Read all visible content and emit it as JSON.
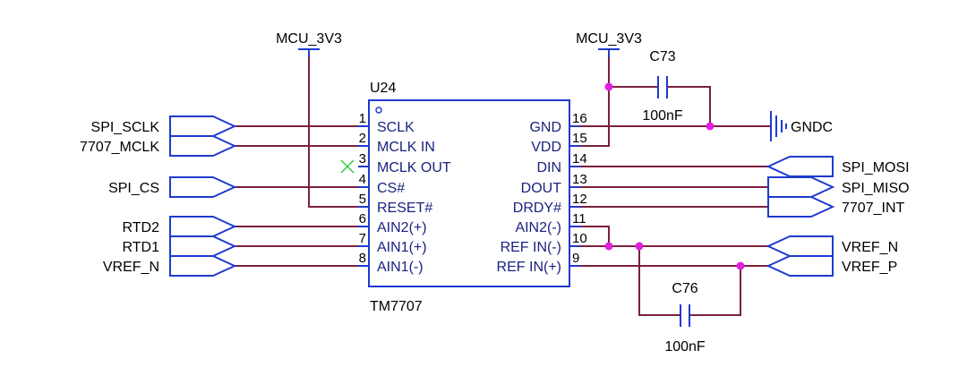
{
  "power": {
    "mcu_left": "MCU_3V3",
    "mcu_right": "MCU_3V3",
    "ground": "GNDC"
  },
  "ic": {
    "ref": "U24",
    "part": "TM7707",
    "left_pins": [
      {
        "num": "1",
        "name": "SCLK"
      },
      {
        "num": "2",
        "name": "MCLK IN"
      },
      {
        "num": "3",
        "name": "MCLK OUT"
      },
      {
        "num": "4",
        "name": "CS#"
      },
      {
        "num": "5",
        "name": "RESET#"
      },
      {
        "num": "6",
        "name": "AIN2(+)"
      },
      {
        "num": "7",
        "name": "AIN1(+)"
      },
      {
        "num": "8",
        "name": "AIN1(-)"
      }
    ],
    "right_pins": [
      {
        "num": "16",
        "name": "GND"
      },
      {
        "num": "15",
        "name": "VDD"
      },
      {
        "num": "14",
        "name": "DIN"
      },
      {
        "num": "13",
        "name": "DOUT"
      },
      {
        "num": "12",
        "name": "DRDY#"
      },
      {
        "num": "11",
        "name": "AIN2(-)"
      },
      {
        "num": "10",
        "name": "REF IN(-)"
      },
      {
        "num": "9",
        "name": "REF IN(+)"
      }
    ]
  },
  "left_ports": [
    "SPI_SCLK",
    "7707_MCLK",
    "SPI_CS",
    "RTD2",
    "RTD1",
    "VREF_N"
  ],
  "right_ports": [
    "SPI_MOSI",
    "SPI_MISO",
    "7707_INT",
    "VREF_N",
    "VREF_P"
  ],
  "capacitors": {
    "c73": {
      "ref": "C73",
      "value": "100nF"
    },
    "c76": {
      "ref": "C76",
      "value": "100nF"
    }
  },
  "colors": {
    "wire": "#7b1f3e",
    "component": "#1f3ad0",
    "junction": "#e020e0",
    "no_connect": "#2ecc40",
    "text": "#000000",
    "pin_name": "#1a237e"
  }
}
